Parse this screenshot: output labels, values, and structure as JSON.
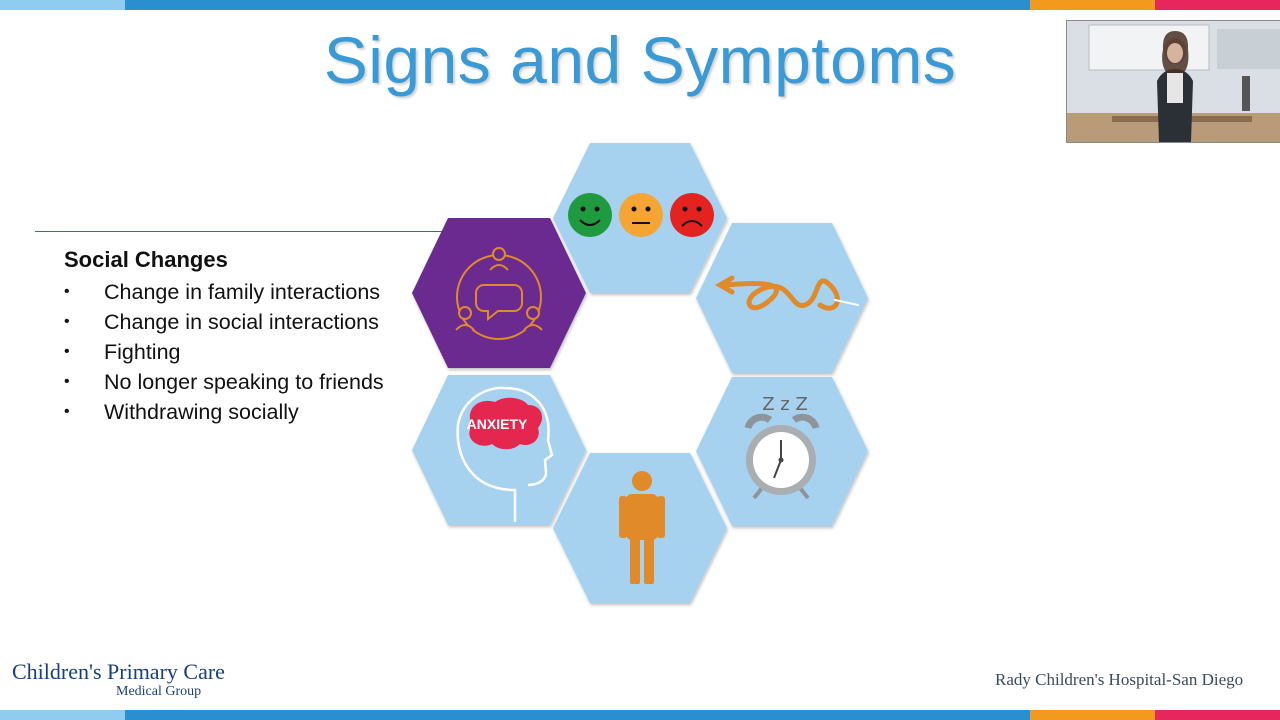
{
  "slide": {
    "title": "Signs and Symptoms",
    "section_heading": "Social Changes",
    "bullets": [
      "Change in family interactions",
      "Change in social interactions",
      "Fighting",
      "No longer speaking to friends",
      "Withdrawing socially"
    ],
    "hexagons": [
      {
        "icon": "mood-faces-icon"
      },
      {
        "icon": "social-network-icon"
      },
      {
        "icon": "swirl-arrow-icon"
      },
      {
        "icon": "anxiety-head-icon",
        "label": "ANXIETY"
      },
      {
        "icon": "alarm-clock-sleep-icon",
        "label": "Z z Z"
      },
      {
        "icon": "person-icon"
      }
    ]
  },
  "logos": {
    "left_main": "Children's Primary Care",
    "left_sub": "Medical Group",
    "right": "Rady Children's Hospital-San Diego"
  },
  "colors": {
    "accent_blue": "#3a9ad6",
    "hex_blue": "#a6d2ef",
    "hex_purple": "#6b2a8f",
    "icon_orange": "#e08a2a",
    "bar_orange": "#f39a1e",
    "bar_pink": "#e8265e"
  }
}
